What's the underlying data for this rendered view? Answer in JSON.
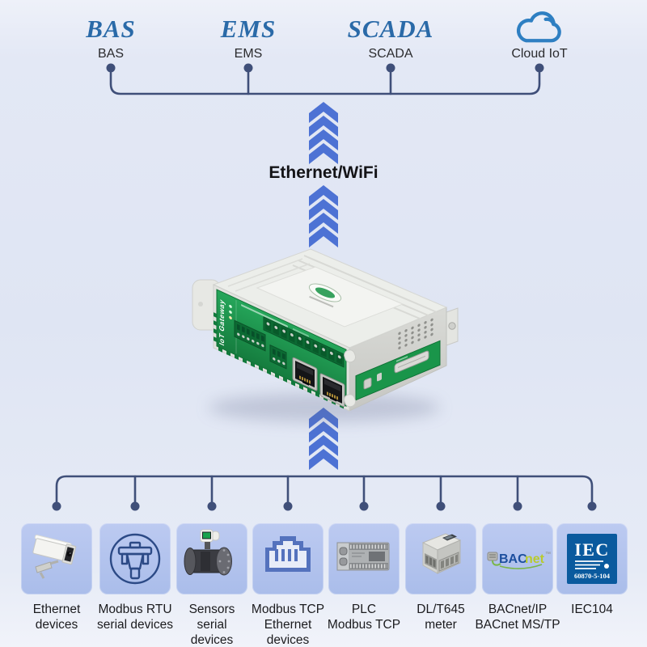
{
  "palette": {
    "line_navy": "#3f4f79",
    "arrow_blue": "#4d72d4",
    "wordmark_blue": "#2a6aa8",
    "cloud_blue": "#2e7fc2",
    "tile_blue": "#b5c6ee",
    "device_green": "#1d9a4e",
    "bacnet_blue": "#1d4f9e",
    "bacnet_green": "#b9cb2d",
    "iec_blue": "#0a5a9e"
  },
  "top_systems": {
    "items": [
      {
        "wordmark": "BAS",
        "label": "BAS"
      },
      {
        "wordmark": "EMS",
        "label": "EMS"
      },
      {
        "wordmark": "SCADA",
        "label": "SCADA"
      },
      {
        "wordmark": "",
        "label": "Cloud IoT",
        "icon": "cloud-icon"
      }
    ]
  },
  "uplink": {
    "label": "Ethernet/WiFi"
  },
  "gateway": {
    "side_label": "IoT Gateway"
  },
  "downlink_devices": {
    "items": [
      {
        "icon": "cctv-camera-photo",
        "label": "Ethernet\ndevices"
      },
      {
        "icon": "serial-connector-icon",
        "label": "Modbus RTU\nserial devices"
      },
      {
        "icon": "flow-meter-photo",
        "label": "Sensors\nserial\ndevices"
      },
      {
        "icon": "rj45-port-icon",
        "label": "Modbus TCP\nEthernet\ndevices"
      },
      {
        "icon": "plc-photo",
        "label": "PLC\nModbus TCP"
      },
      {
        "icon": "energy-meter-photo",
        "label": "DL/T645\nmeter"
      },
      {
        "icon": "bacnet-logo",
        "label": "BACnet/IP\nBACnet MS/TP"
      },
      {
        "icon": "iec-logo",
        "label": "IEC104"
      }
    ]
  },
  "logos": {
    "bacnet": {
      "part1": "BAC",
      "part2": "net",
      "tm": "™"
    },
    "iec": {
      "title": "IEC",
      "subtitle": "60870-5-104"
    }
  }
}
